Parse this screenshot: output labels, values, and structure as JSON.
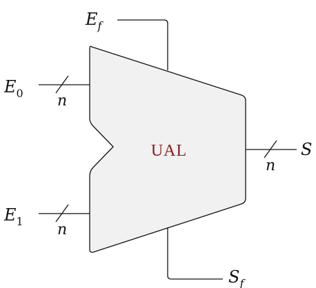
{
  "alu": {
    "label": "UAL",
    "label_color": "#8b1a1a",
    "fill_color": "#f1f1f1"
  },
  "inputs": {
    "e0": {
      "base": "E",
      "sub": "0",
      "width": "n"
    },
    "e1": {
      "base": "E",
      "sub": "1",
      "width": "n"
    },
    "ef": {
      "base": "E",
      "sub": "f"
    }
  },
  "outputs": {
    "s": {
      "base": "S",
      "width": "n"
    },
    "sf": {
      "base": "S",
      "sub": "f"
    }
  }
}
